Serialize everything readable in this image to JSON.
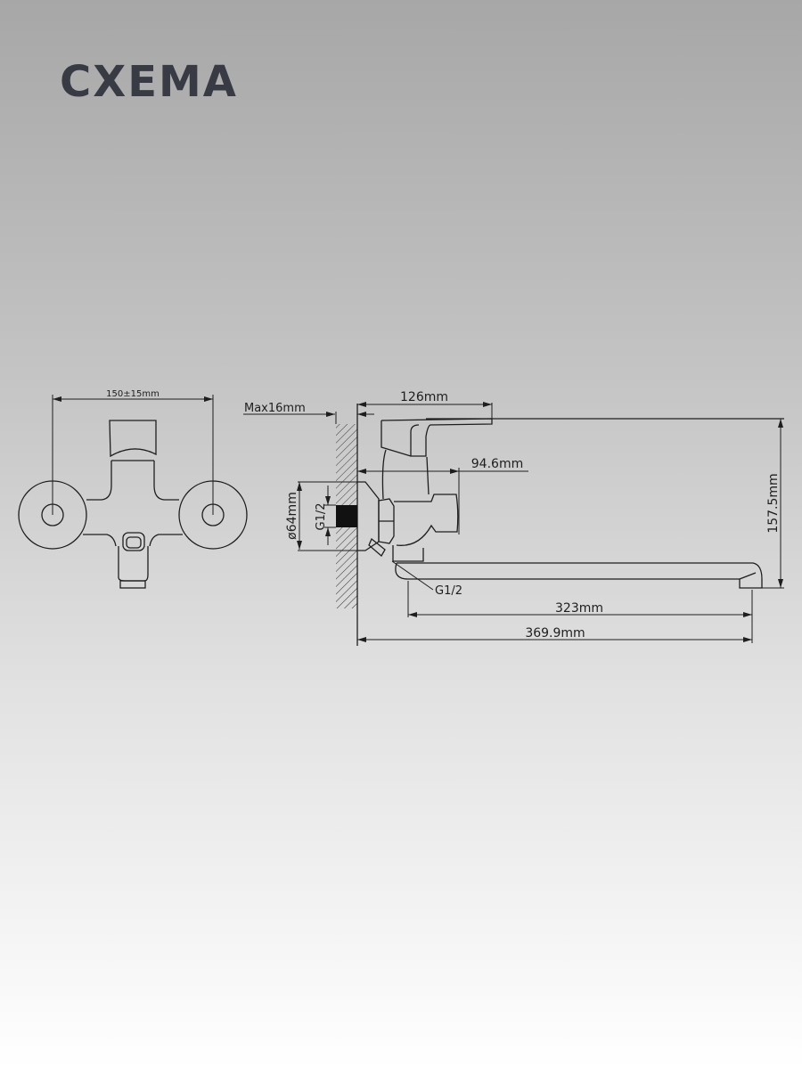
{
  "title": "СХЕМА",
  "front_view": {
    "spacing_label": "150±15mm"
  },
  "side_view": {
    "wall_thickness_label": "Max16mm",
    "lever_reach_label": "126mm",
    "body_depth_label": "94.6mm",
    "height_label": "157.5mm",
    "flange_diameter_label": "ø64mm",
    "inlet_thread_label": "G1/2",
    "spout_thread_label": "G1/2",
    "spout_length_label": "323mm",
    "total_length_label": "369.9mm"
  },
  "colors": {
    "title": "#383b44",
    "lines": "#1e1e1e"
  }
}
